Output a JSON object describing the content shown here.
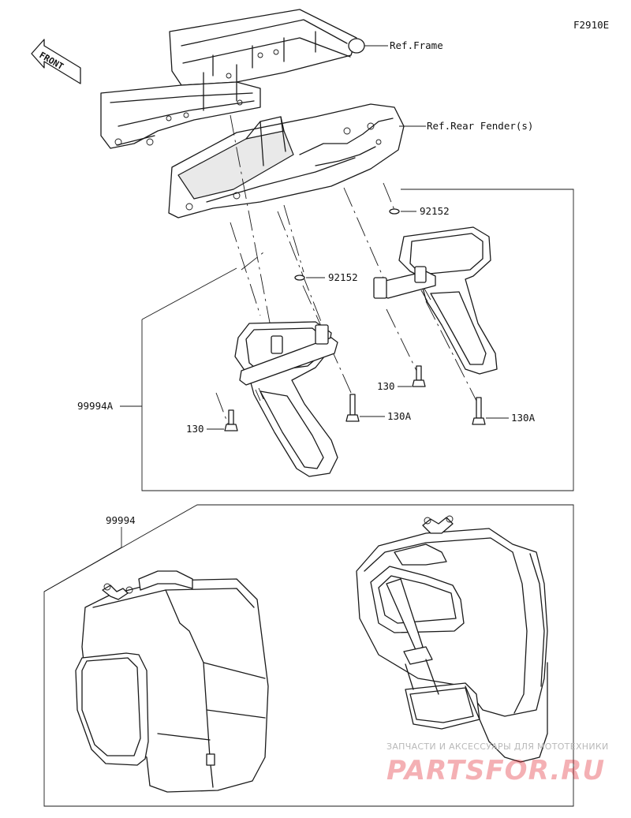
{
  "diagram_id": "F2910E",
  "front_label": "FRONT",
  "refs": {
    "frame": "Ref.Frame",
    "rear_fender": "Ref.Rear Fender(s)"
  },
  "parts": {
    "washer_upper": "92152",
    "washer_lower": "92152",
    "bolt_130_mid": "130",
    "bolt_130_left": "130",
    "bolt_130a_mid": "130A",
    "bolt_130a_right": "130A",
    "bracket_kit": "99994A",
    "pannier_kit": "99994"
  },
  "watermark": {
    "line1": "ЗАПЧАСТИ И АКСЕССУАРЫ ДЛЯ МОТОТЕХНИКИ",
    "line2": "PARTSFOR.RU"
  }
}
